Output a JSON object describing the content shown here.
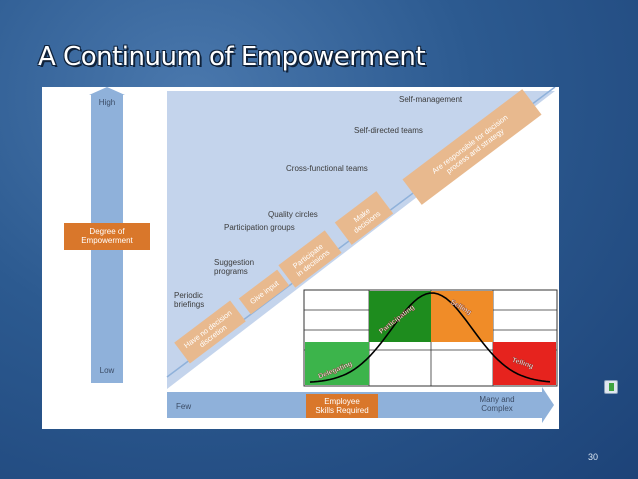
{
  "slide": {
    "title": "A Continuum of Empowerment",
    "page_number": "30"
  },
  "diagram": {
    "vertical_axis": {
      "label_lines": [
        "Degree of",
        "Empowerment"
      ],
      "top": "High",
      "bottom": "Low"
    },
    "horizontal_axis": {
      "left": "Few",
      "center_lines": [
        "Employee",
        "Skills Required"
      ],
      "right_lines": [
        "Many and",
        "Complex"
      ]
    },
    "steps": [
      {
        "lines": [
          "Have no decision",
          "discretion"
        ]
      },
      {
        "lines": [
          "Give input"
        ]
      },
      {
        "lines": [
          "Participate",
          "in decisions"
        ]
      },
      {
        "lines": [
          "Make",
          "decisions"
        ]
      },
      {
        "lines": [
          "Are responsible for decision",
          "process and strategy"
        ]
      }
    ],
    "labels": [
      {
        "lines": [
          "Periodic",
          "briefings"
        ]
      },
      {
        "lines": [
          "Suggestion",
          "programs"
        ]
      },
      {
        "lines": [
          "Participation groups"
        ]
      },
      {
        "lines": [
          "Quality circles"
        ]
      },
      {
        "lines": [
          "Cross-functional teams"
        ]
      },
      {
        "lines": [
          "Self-directed teams"
        ]
      },
      {
        "lines": [
          "Self-management"
        ]
      }
    ],
    "colors": {
      "axis_blue": "#8fb1da",
      "field_blue": "#c4d4ec",
      "step_tan": "#e8b98e",
      "axis_orange": "#d9772b"
    }
  },
  "leadership_inset": {
    "styles": [
      {
        "name": "Delegating",
        "color": "#3cb44b"
      },
      {
        "name": "Participating",
        "color": "#1e8c1e"
      },
      {
        "name": "Selling",
        "color": "#f08c28"
      },
      {
        "name": "Telling",
        "color": "#e6231e"
      }
    ]
  }
}
